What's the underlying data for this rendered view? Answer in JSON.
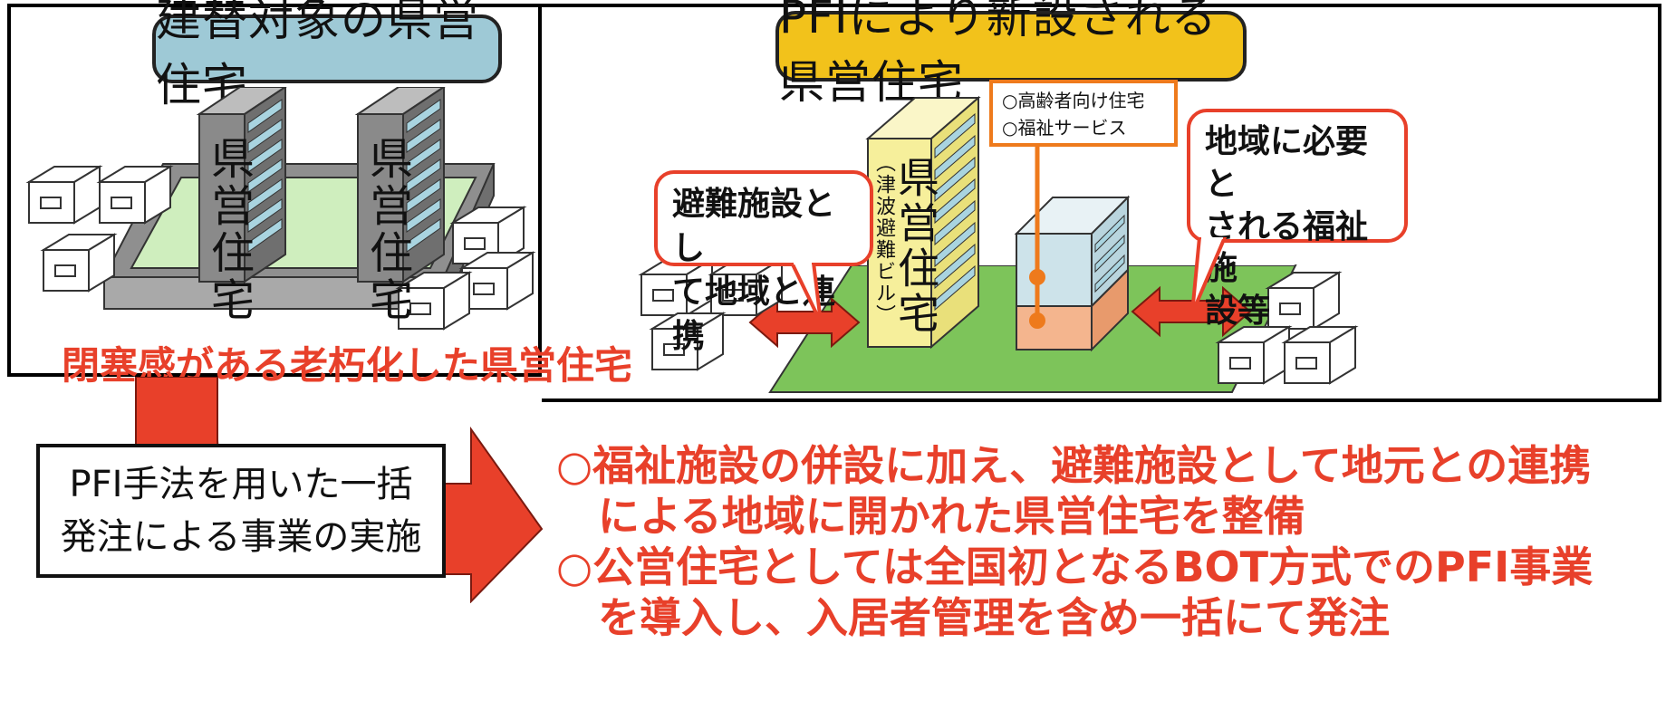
{
  "left_panel": {
    "title": "建替対象の県営住宅",
    "tower_label_1": "県営住宅",
    "tower_label_2": "県営住宅",
    "caption": "閉塞感がある老朽化した県営住宅"
  },
  "right_panel": {
    "title": "PFIにより新設される県営住宅",
    "tower_label": "県営住宅",
    "tower_sublabel": "（津波避難ビル）",
    "service_lines": [
      "○高齢者向け住宅",
      "○福祉サービス"
    ],
    "callout_left": [
      "避難施設とし",
      "て地域と連携"
    ],
    "callout_right": [
      "地域に必要と",
      "される福祉施",
      "設等"
    ]
  },
  "method_box": [
    "PFI手法を用いた一括",
    "発注による事業の実施"
  ],
  "bullets": [
    "○福祉施設の併設に加え、避難施設として地元との連携",
    "　による地域に開かれた県営住宅を整備",
    "○公営住宅としては全国初となるBOT方式でのPFI事業",
    "　を導入し、入居者管理を含め一括にて発注"
  ],
  "colors": {
    "accent_red": "#e8402a",
    "left_title_bg": "#9ec9d6",
    "right_title_bg": "#f2c21b",
    "tower_yellow": "#f6ef9b",
    "lawn_green": "#7dc45a",
    "building_gray": "#9a9a9a",
    "service_orange": "#f4b58e",
    "service_blue": "#cde3ea"
  }
}
